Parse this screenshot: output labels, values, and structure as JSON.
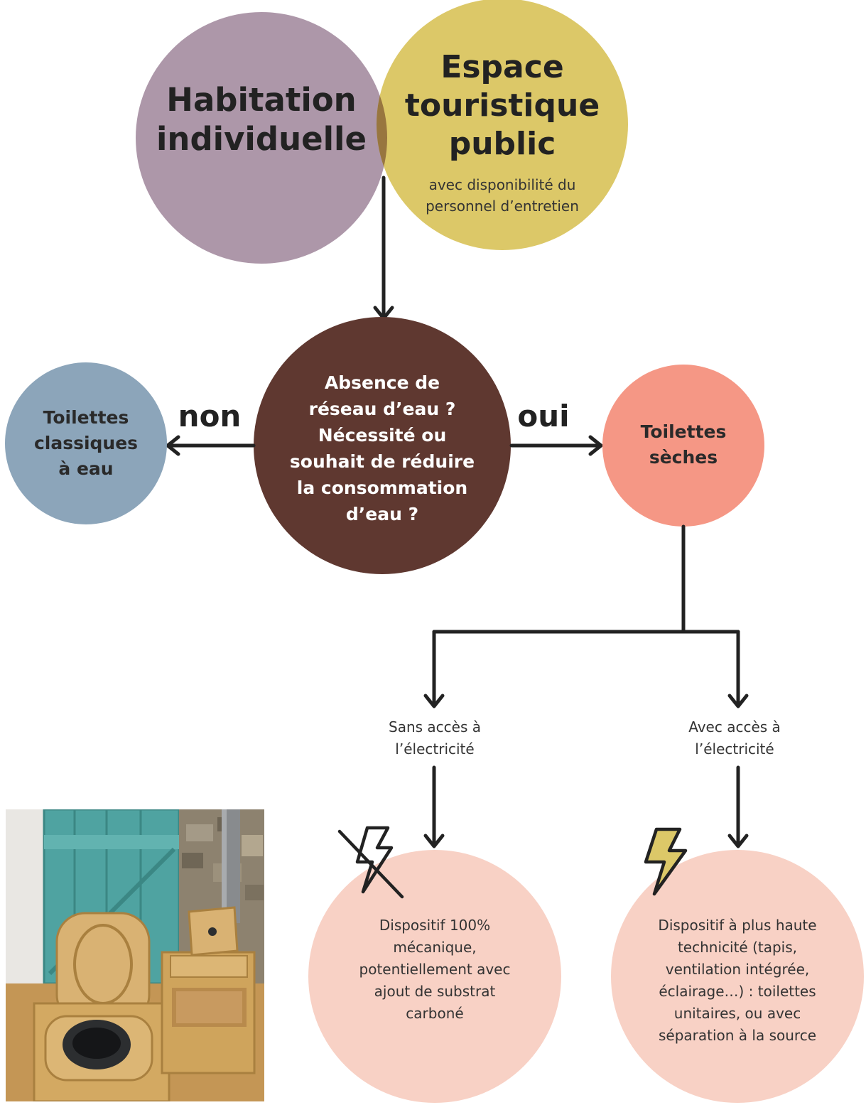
{
  "top_left": {
    "lines": [
      "Habitation",
      "individuelle"
    ],
    "color": "#ad97a9"
  },
  "top_right": {
    "title_lines": [
      "Espace",
      "touristique",
      "public"
    ],
    "note_lines": [
      "avec disponibilité du",
      "personnel d’entretien"
    ],
    "color": "#dcc868",
    "overlap_color": "#98763f"
  },
  "question": {
    "lines": [
      "Absence de",
      "réseau d’eau ?",
      "Nécessité ou",
      "souhait de réduire",
      "la consommation",
      "d’eau ?"
    ],
    "color": "#5f3830"
  },
  "branch_no": "non",
  "branch_yes": "oui",
  "result_no": {
    "lines": [
      "Toilettes",
      "classiques",
      "à eau"
    ],
    "color": "#8ca5ba"
  },
  "result_yes": {
    "lines": [
      "Toilettes",
      "sèches"
    ],
    "color": "#f59785"
  },
  "no_electricity": {
    "label_lines": [
      "Sans accès à",
      "l’électricité"
    ],
    "desc_lines": [
      "Dispositif 100%",
      "mécanique,",
      "potentiellement avec",
      "ajout de substrat",
      "carboné"
    ],
    "icon": "no-electricity-icon"
  },
  "with_electricity": {
    "label_lines": [
      "Avec accès à",
      "l’électricité"
    ],
    "desc_lines": [
      "Dispositif à plus haute",
      "technicité (tapis,",
      "ventilation intégrée,",
      "éclairage…) : toilettes",
      "unitaires, ou avec",
      "séparation à la source"
    ],
    "icon": "lightning-icon",
    "icon_color": "#dcc868"
  },
  "leaf_color": "#f8d1c5",
  "arrow_color": "#222222",
  "photo": {
    "subject": "dry-toilet-photo"
  }
}
